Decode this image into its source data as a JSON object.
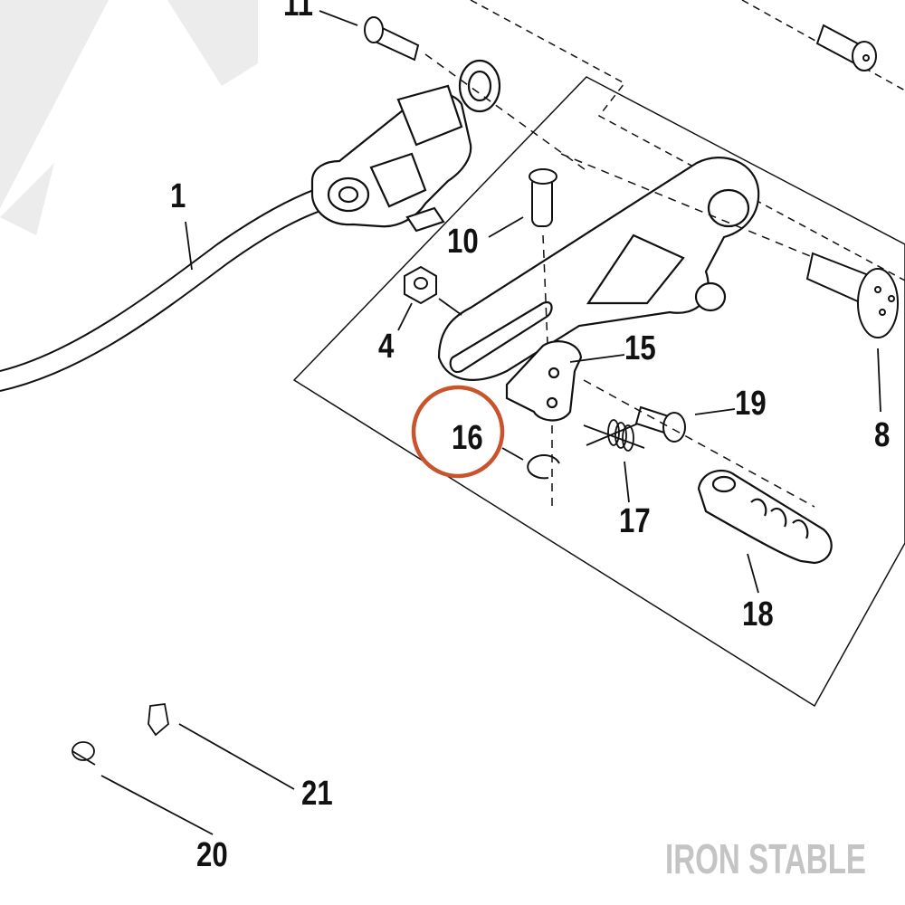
{
  "diagram": {
    "callouts": {
      "c1": "1",
      "c4": "4",
      "c8": "8",
      "c10": "10",
      "c11": "11",
      "c15": "15",
      "c16": "16",
      "c17": "17",
      "c18": "18",
      "c19": "19",
      "c20": "20",
      "c21": "21"
    },
    "highlighted_callout": "16",
    "highlight_color": "#c9532a",
    "line_color": "#111111",
    "watermark_color": "#ececec"
  },
  "branding": {
    "text": "IRON STABLE",
    "color": "#c4c4c4"
  }
}
